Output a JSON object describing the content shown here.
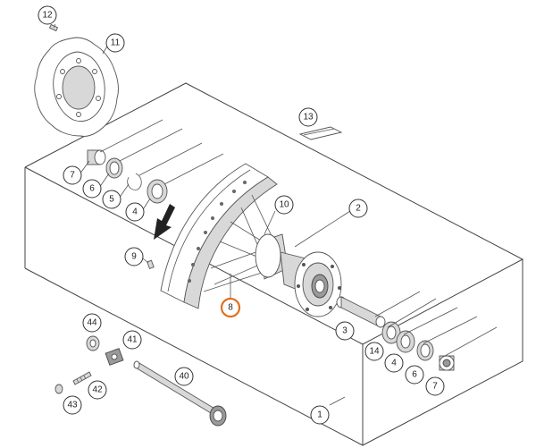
{
  "callouts": [
    {
      "id": "12",
      "label": "12"
    },
    {
      "id": "11",
      "label": "11"
    },
    {
      "id": "13",
      "label": "13"
    },
    {
      "id": "7a",
      "label": "7"
    },
    {
      "id": "6a",
      "label": "6"
    },
    {
      "id": "5",
      "label": "5"
    },
    {
      "id": "4a",
      "label": "4"
    },
    {
      "id": "10",
      "label": "10"
    },
    {
      "id": "2",
      "label": "2"
    },
    {
      "id": "9",
      "label": "9"
    },
    {
      "id": "8",
      "label": "8",
      "highlight": true
    },
    {
      "id": "3",
      "label": "3"
    },
    {
      "id": "14",
      "label": "14"
    },
    {
      "id": "4b",
      "label": "4"
    },
    {
      "id": "6b",
      "label": "6"
    },
    {
      "id": "7b",
      "label": "7"
    },
    {
      "id": "44",
      "label": "44"
    },
    {
      "id": "41",
      "label": "41"
    },
    {
      "id": "40",
      "label": "40"
    },
    {
      "id": "42",
      "label": "42"
    },
    {
      "id": "43",
      "label": "43"
    },
    {
      "id": "1",
      "label": "1"
    }
  ],
  "colors": {
    "highlight": "#e07020",
    "line": "#555555",
    "arrow": "#222222"
  },
  "icons": {
    "direction": "rotation-arrow-icon"
  }
}
